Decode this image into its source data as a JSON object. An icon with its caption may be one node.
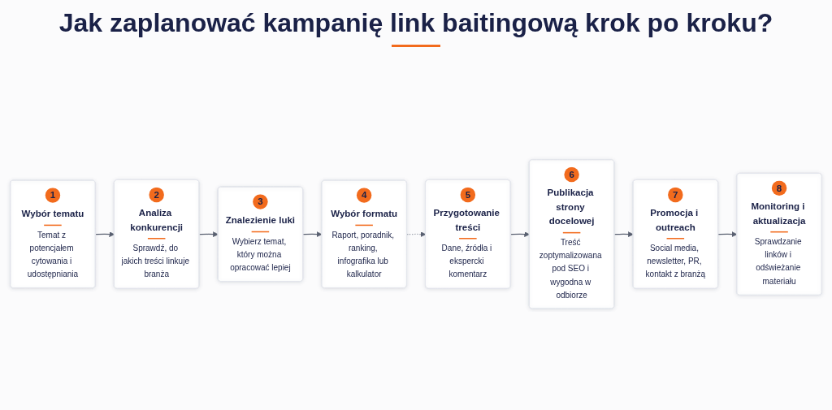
{
  "diagram": {
    "title": "Jak zaplanować kampanię link baitingową krok po kroku?",
    "nodes": [
      {
        "text": [
          "1",
          "Wybór tematu",
          "Temat z potencjałem cytowania i udostępniania"
        ]
      },
      {
        "text": [
          "2",
          "Analiza konkurencji",
          "Sprawdź, do jakich treści linkuje branża"
        ]
      },
      {
        "text": [
          "3",
          "Znalezienie luki",
          "Wybierz temat, który można opracować lepiej"
        ]
      },
      {
        "text": [
          "4",
          "Wybór formatu",
          "Raport, poradnik, ranking, infografika lub kalkulator"
        ]
      },
      {
        "text": [
          "5",
          "Przygotowanie treści",
          "Dane, źródła i ekspercki komentarz"
        ]
      },
      {
        "text": [
          "6",
          "Publikacja strony docelowej",
          "Treść zoptymalizowana pod SEO i wygodna w odbiorze"
        ]
      },
      {
        "text": [
          "7",
          "Promocja i outreach",
          "Social media, newsletter, PR, kontakt z branżą"
        ]
      },
      {
        "text": [
          "8",
          "Monitoring i aktualizacja",
          "Sprawdzanie linków i odświeżanie materiału"
        ]
      }
    ],
    "edges": [
      {
        "from": 0,
        "to": 1,
        "arrow": "to"
      },
      {
        "from": 1,
        "to": 2,
        "arrow": "to"
      },
      {
        "from": 2,
        "to": 3,
        "arrow": "to"
      },
      {
        "from": 3,
        "to": 4,
        "arrow": "to",
        "style": "dashed",
        "color": "#a3a8b2"
      },
      {
        "from": 4,
        "to": 5,
        "arrow": "to"
      },
      {
        "from": 5,
        "to": 6,
        "arrow": "to"
      },
      {
        "from": 6,
        "to": 7,
        "arrow": "to"
      }
    ]
  }
}
